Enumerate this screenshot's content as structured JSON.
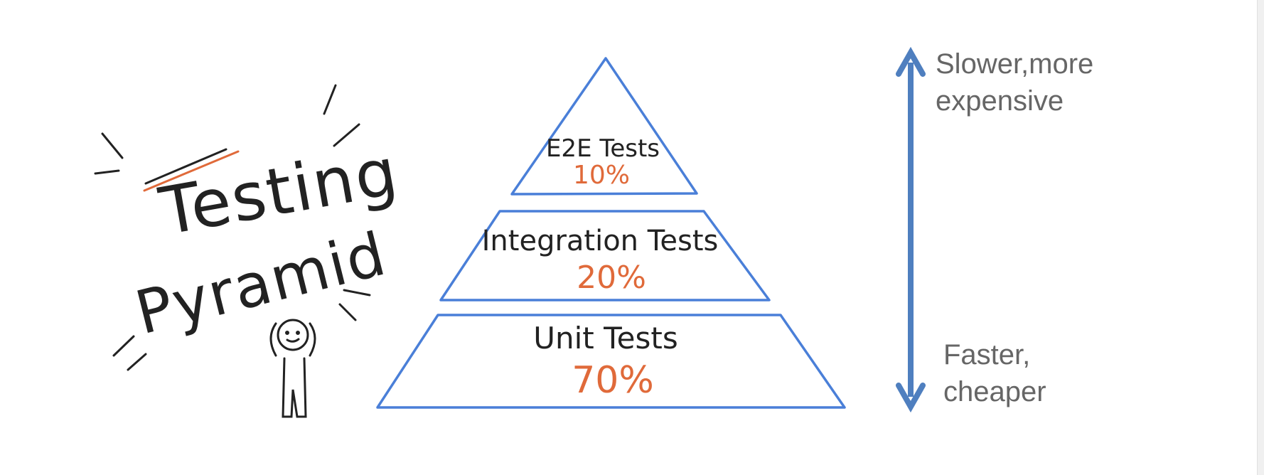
{
  "title": {
    "line1": "Testing",
    "line2": "Pyramid"
  },
  "pyramid": {
    "tiers": [
      {
        "label": "E2E Tests",
        "share": "10%"
      },
      {
        "label": "Integration Tests",
        "share": "20%"
      },
      {
        "label": "Unit Tests",
        "share": "70%"
      }
    ]
  },
  "axis": {
    "top_label": "Slower,more\nexpensive",
    "bottom_label": "Faster,\ncheaper"
  },
  "colors": {
    "outline": "#4a7fd8",
    "accent": "#e06a3a",
    "ink": "#222222",
    "arrow": "#4f7fbf",
    "axis_text": "#666666"
  },
  "icons": {
    "figure": "stick-figure-icon",
    "arrow": "double-arrow-icon"
  }
}
